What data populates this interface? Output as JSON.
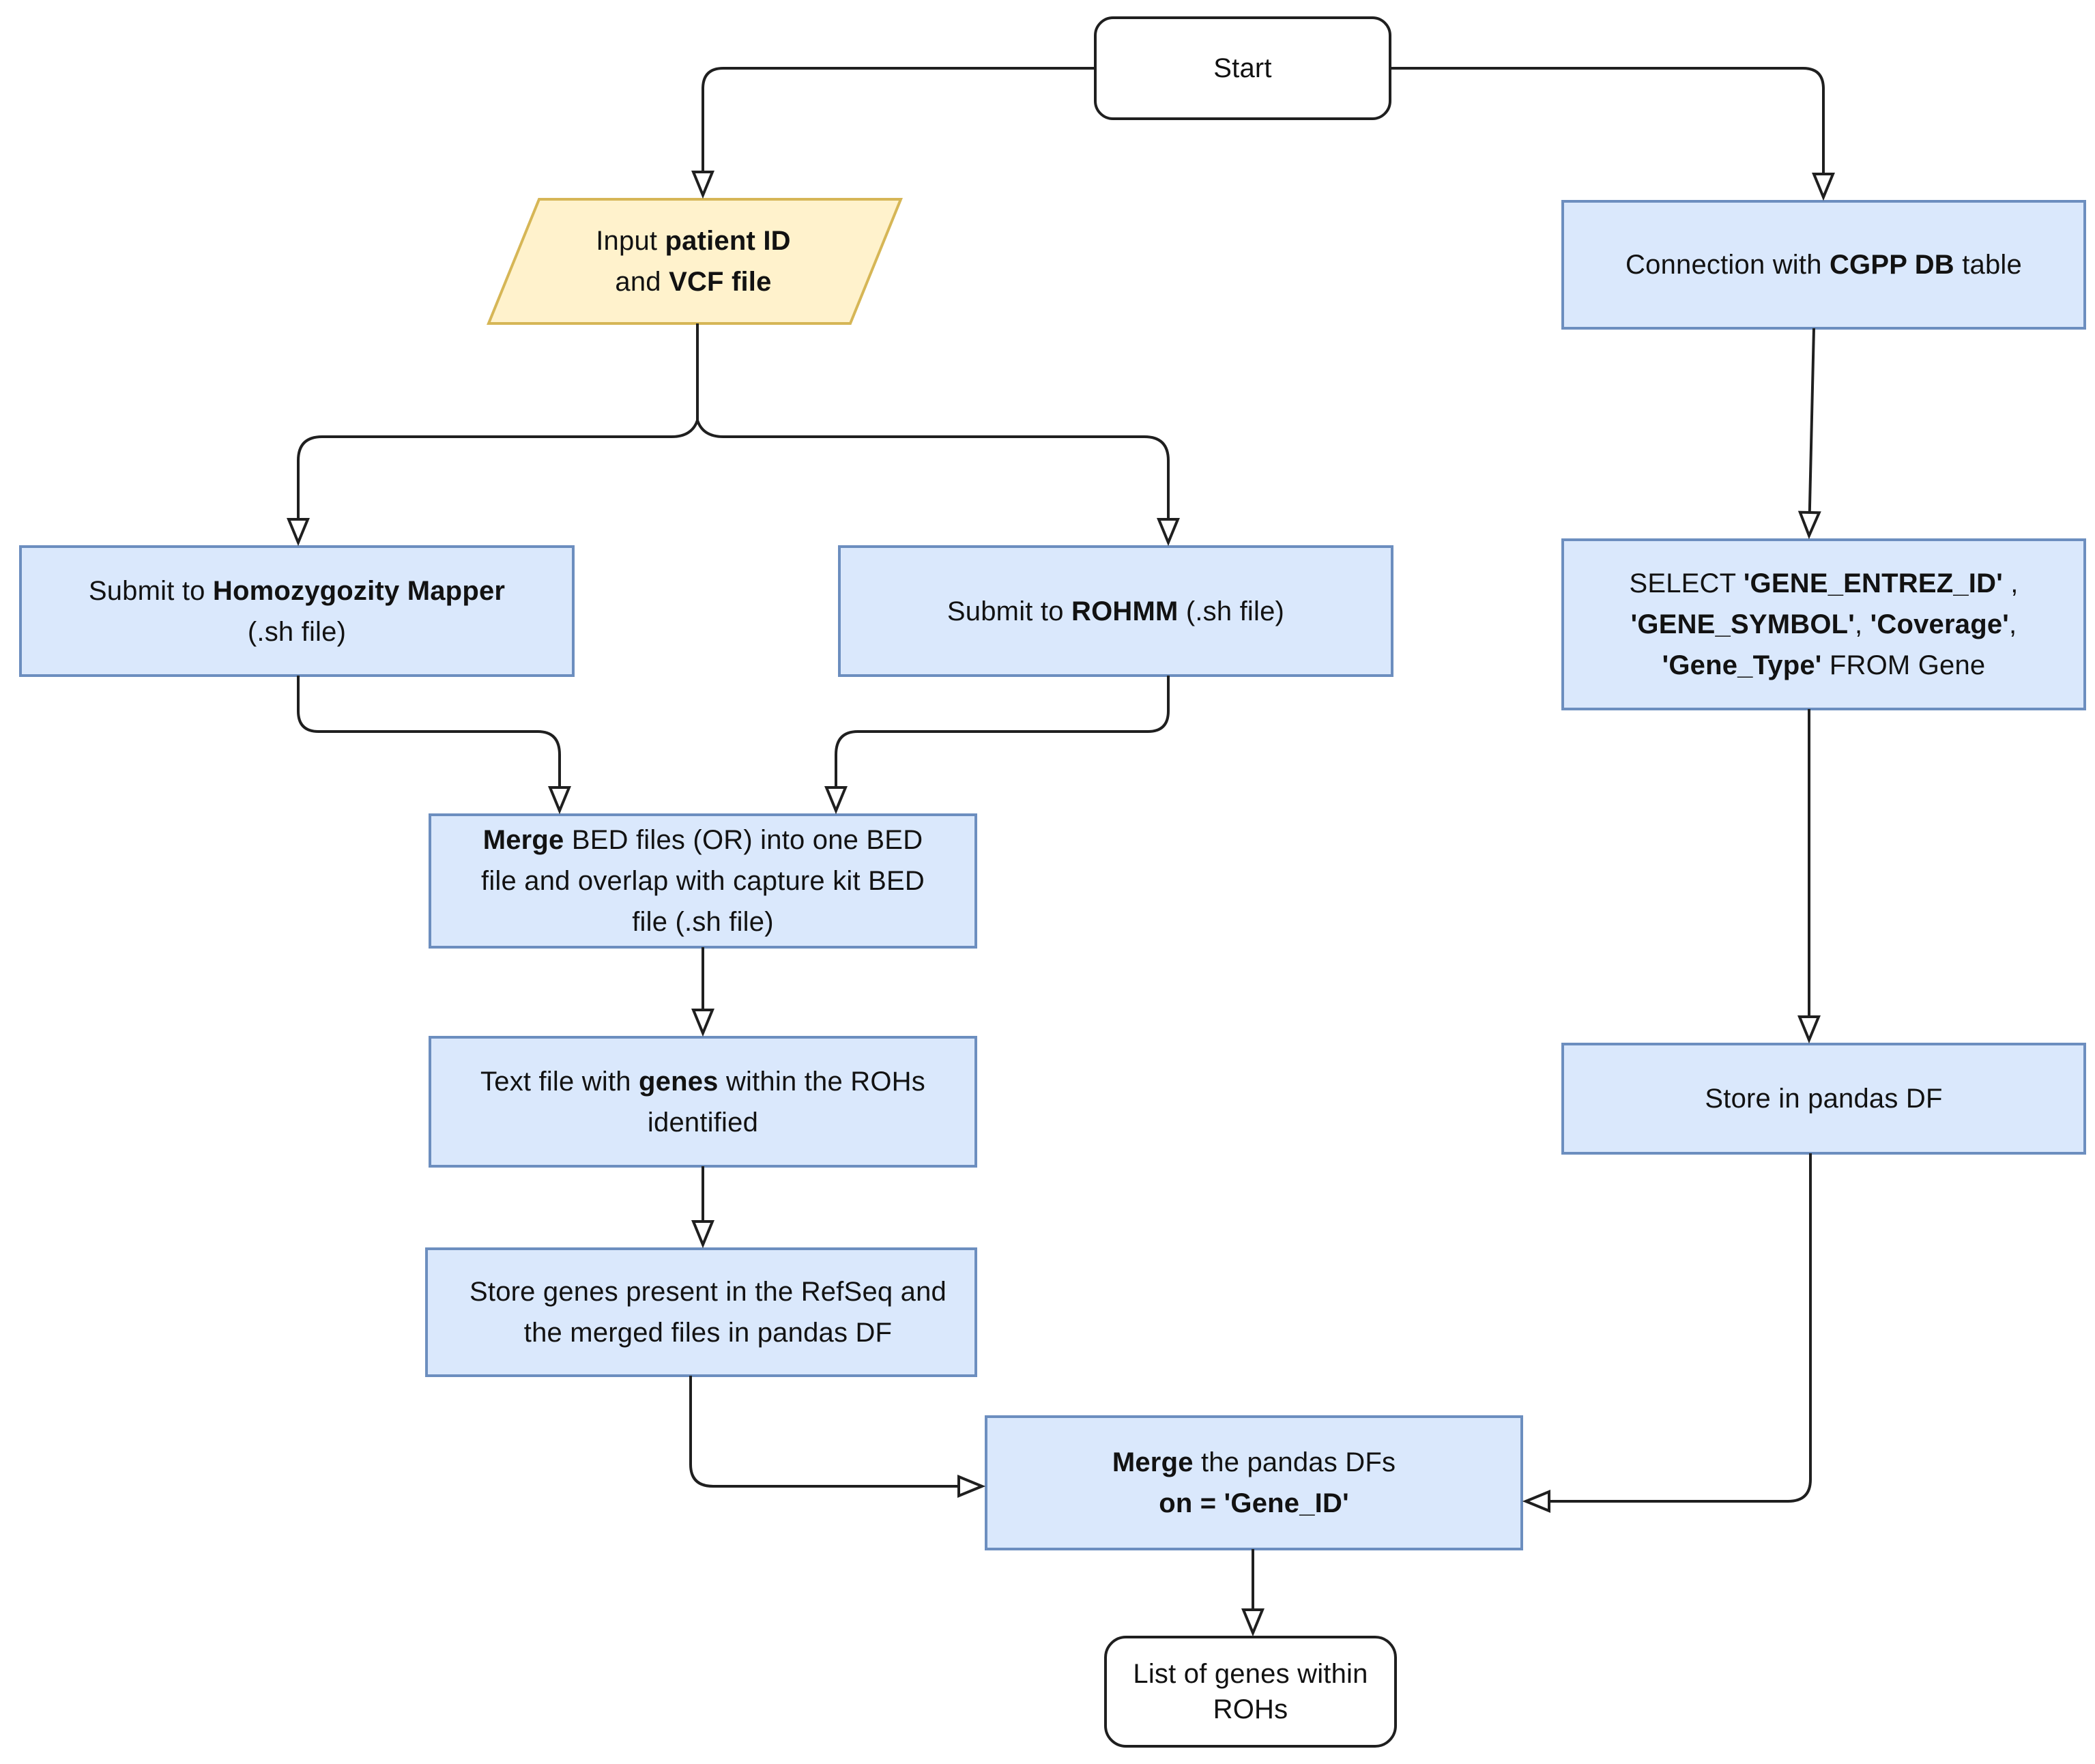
{
  "diagram_type": "flowchart",
  "colors": {
    "background": "#ffffff",
    "process_fill": "#dae8fc",
    "process_border": "#6c8ebf",
    "io_fill": "#fff2cc",
    "io_border": "#d6b656",
    "terminal_fill": "#ffffff",
    "terminal_border": "#1f1f1f",
    "edge_line": "#1f1f1f",
    "text": "#121212"
  },
  "nodes": {
    "start": {
      "type": "terminal",
      "segments": [
        {
          "text": "Start",
          "bold": false
        }
      ]
    },
    "input_patient": {
      "type": "io",
      "segments": [
        {
          "text": "Input ",
          "bold": false
        },
        {
          "text": "patient ID",
          "bold": true
        },
        {
          "text": "\nand ",
          "bold": false
        },
        {
          "text": "VCF file",
          "bold": true
        }
      ]
    },
    "submit_homozygozity": {
      "type": "process",
      "segments": [
        {
          "text": "Submit to ",
          "bold": false
        },
        {
          "text": "Homozygozity Mapper",
          "bold": true
        },
        {
          "text": "\n(.sh file)",
          "bold": false
        }
      ]
    },
    "submit_rohmm": {
      "type": "process",
      "segments": [
        {
          "text": "Submit to ",
          "bold": false
        },
        {
          "text": "ROHMM",
          "bold": true
        },
        {
          "text": " (.sh file)",
          "bold": false
        }
      ]
    },
    "merge_bed": {
      "type": "process",
      "segments": [
        {
          "text": "Merge",
          "bold": true
        },
        {
          "text": " BED files (OR) into one BED\nfile and overlap with capture kit BED\nfile (.sh file)",
          "bold": false
        }
      ]
    },
    "text_file_genes": {
      "type": "process",
      "segments": [
        {
          "text": "Text file with ",
          "bold": false
        },
        {
          "text": "genes",
          "bold": true
        },
        {
          "text": " within the ROHs\nidentified",
          "bold": false
        }
      ]
    },
    "store_genes": {
      "type": "process",
      "segments": [
        {
          "text": "Store genes present in the RefSeq and\nthe merged files in pandas DF",
          "bold": false
        }
      ]
    },
    "connection_db": {
      "type": "process",
      "segments": [
        {
          "text": "Connection with ",
          "bold": false
        },
        {
          "text": "CGPP DB",
          "bold": true
        },
        {
          "text": " table",
          "bold": false
        }
      ]
    },
    "select_sql": {
      "type": "process",
      "segments": [
        {
          "text": "SELECT ",
          "bold": false
        },
        {
          "text": "'GENE_ENTREZ_ID'",
          "bold": true
        },
        {
          "text": " ,\n",
          "bold": false
        },
        {
          "text": "'GENE_SYMBOL'",
          "bold": true
        },
        {
          "text": ", ",
          "bold": false
        },
        {
          "text": "'Coverage'",
          "bold": true
        },
        {
          "text": ",\n",
          "bold": false
        },
        {
          "text": "'Gene_Type'",
          "bold": true
        },
        {
          "text": " FROM Gene",
          "bold": false
        }
      ]
    },
    "store_pandas": {
      "type": "process",
      "segments": [
        {
          "text": "Store in pandas DF",
          "bold": false
        }
      ]
    },
    "merge_dfs": {
      "type": "process",
      "segments": [
        {
          "text": "Merge",
          "bold": true
        },
        {
          "text": " the pandas DFs\n",
          "bold": false
        },
        {
          "text": "on = 'Gene_ID'",
          "bold": true
        }
      ]
    },
    "list_genes": {
      "type": "terminal",
      "segments": [
        {
          "text": "List of genes within\nROHs",
          "bold": false
        }
      ]
    }
  },
  "edges": [
    {
      "from": "start",
      "to": "input_patient"
    },
    {
      "from": "start",
      "to": "connection_db"
    },
    {
      "from": "input_patient",
      "to": "submit_homozygozity"
    },
    {
      "from": "input_patient",
      "to": "submit_rohmm"
    },
    {
      "from": "submit_homozygozity",
      "to": "merge_bed"
    },
    {
      "from": "submit_rohmm",
      "to": "merge_bed"
    },
    {
      "from": "merge_bed",
      "to": "text_file_genes"
    },
    {
      "from": "text_file_genes",
      "to": "store_genes"
    },
    {
      "from": "store_genes",
      "to": "merge_dfs"
    },
    {
      "from": "connection_db",
      "to": "select_sql"
    },
    {
      "from": "select_sql",
      "to": "store_pandas"
    },
    {
      "from": "store_pandas",
      "to": "merge_dfs"
    },
    {
      "from": "merge_dfs",
      "to": "list_genes"
    }
  ]
}
